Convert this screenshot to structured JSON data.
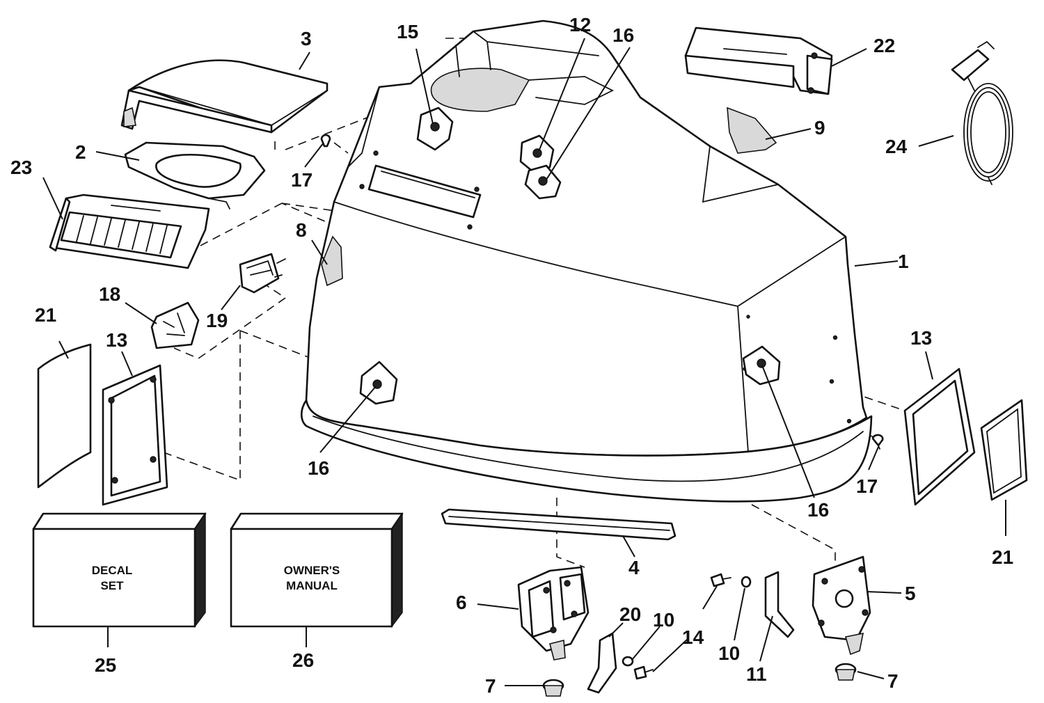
{
  "callouts": {
    "c1": "1",
    "c2": "2",
    "c3": "3",
    "c4": "4",
    "c5": "5",
    "c6": "6",
    "c7": "7",
    "c8": "8",
    "c9": "9",
    "c10": "10",
    "c11": "11",
    "c12": "12",
    "c13": "13",
    "c14": "14",
    "c15": "15",
    "c16": "16",
    "c17": "17",
    "c18": "18",
    "c19": "19",
    "c20": "20",
    "c21": "21",
    "c22": "22",
    "c23": "23",
    "c24": "24",
    "c25": "25",
    "c26": "26"
  },
  "boxes": {
    "decal_line1": "DECAL",
    "decal_line2": "SET",
    "manual_line1": "OWNER'S",
    "manual_line2": "MANUAL"
  }
}
